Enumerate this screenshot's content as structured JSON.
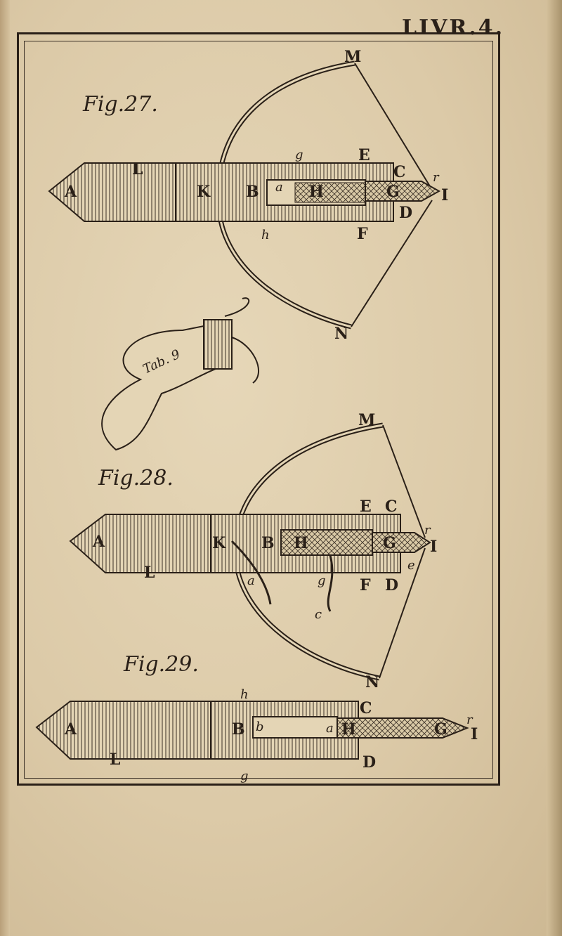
{
  "page": {
    "running_head": "LIVR.4.",
    "ribbon_text": "Tab. 9"
  },
  "figures": [
    {
      "label": "Fig.27.",
      "letters": [
        "M",
        "E",
        "C",
        "L",
        "A",
        "K",
        "B",
        "a",
        "H",
        "G",
        "I",
        "D",
        "F",
        "g",
        "h",
        "r",
        "N"
      ]
    },
    {
      "label": "Fig.28.",
      "letters": [
        "M",
        "E",
        "C",
        "A",
        "K",
        "B",
        "H",
        "G",
        "I",
        "L",
        "a",
        "g",
        "F",
        "D",
        "e",
        "c",
        "r",
        "N"
      ]
    },
    {
      "label": "Fig.29.",
      "letters": [
        "h",
        "C",
        "A",
        "B",
        "b",
        "a",
        "H",
        "G",
        "I",
        "L",
        "D",
        "g",
        "r"
      ]
    }
  ]
}
